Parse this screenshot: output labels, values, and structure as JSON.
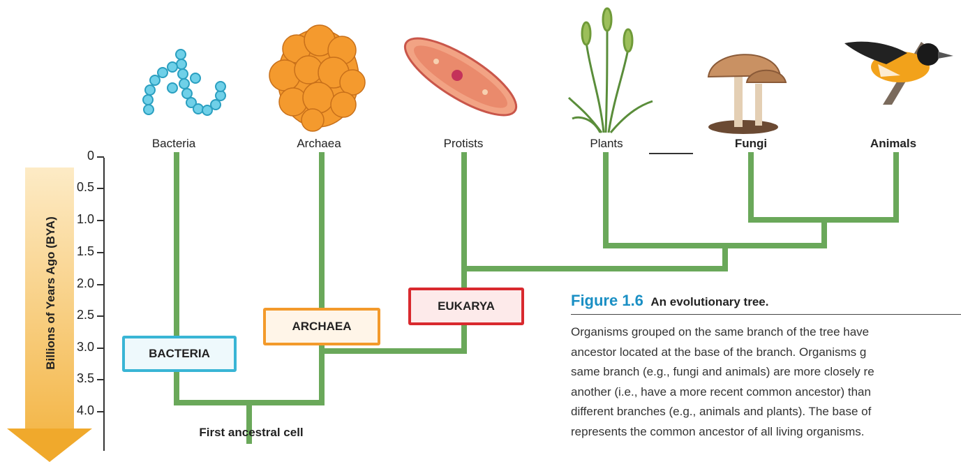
{
  "organisms": [
    {
      "label": "Bacteria",
      "icon": "bacteria-chain-icon"
    },
    {
      "label": "Archaea",
      "icon": "archaea-cluster-icon"
    },
    {
      "label": "Protists",
      "icon": "paramecium-icon"
    },
    {
      "label": "Plants",
      "icon": "wheat-plant-icon"
    },
    {
      "label": "Fungi",
      "icon": "mushroom-icon"
    },
    {
      "label": "Animals",
      "icon": "oriole-bird-icon"
    }
  ],
  "axis": {
    "title": "Billions of Years Ago (BYA)",
    "ticks": [
      "0",
      "0.5",
      "1.0",
      "1.5",
      "2.0",
      "2.5",
      "3.0",
      "3.5",
      "4.0"
    ]
  },
  "domains": {
    "bacteria": "BACTERIA",
    "archaea": "ARCHAEA",
    "eukarya": "EUKARYA"
  },
  "root_label": "First ancestral cell",
  "figure": {
    "number": "Figure 1.6",
    "title": "An evolutionary tree.",
    "caption_lines": [
      "Organisms grouped on the same branch of the tree have",
      "ancestor located at the base of the branch. Organisms g",
      "same branch (e.g., fungi and animals) are more closely re",
      "another (i.e., have a more recent common ancestor) than",
      "different branches (e.g., animals and plants). The base of",
      "represents the common ancestor of all living organisms."
    ]
  },
  "colors": {
    "branch": "#6aa85a",
    "bacteria": "#39b5d5",
    "archaea": "#f39a2b",
    "eukarya": "#d9292e",
    "figure_number": "#1a8fc4",
    "arrow": "#f4b84c"
  }
}
